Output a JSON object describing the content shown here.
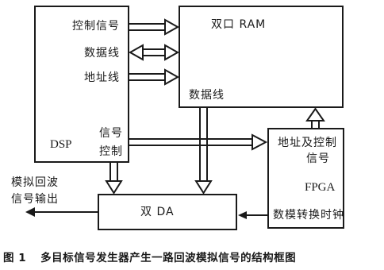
{
  "blocks": {
    "dsp": {
      "label": "DSP"
    },
    "ram": {
      "label": "双口 RAM"
    },
    "fpga": {
      "title_line1": "地址及控制",
      "title_line2": "信号",
      "name": "FPGA",
      "footer": "数模转换时钟"
    },
    "da": {
      "label": "双 DA"
    }
  },
  "dsp_ports": {
    "control": "控制信号",
    "data": "数据线",
    "address": "地址线",
    "signal_control_line1": "信号",
    "signal_control_line2": "控制"
  },
  "ram_ports": {
    "data": "数据线"
  },
  "output": {
    "line1": "模拟回波",
    "line2": "信号输出"
  },
  "caption": {
    "number": "图 1",
    "text": "多目标信号发生器产生一路回波模拟信号的结构框图"
  }
}
